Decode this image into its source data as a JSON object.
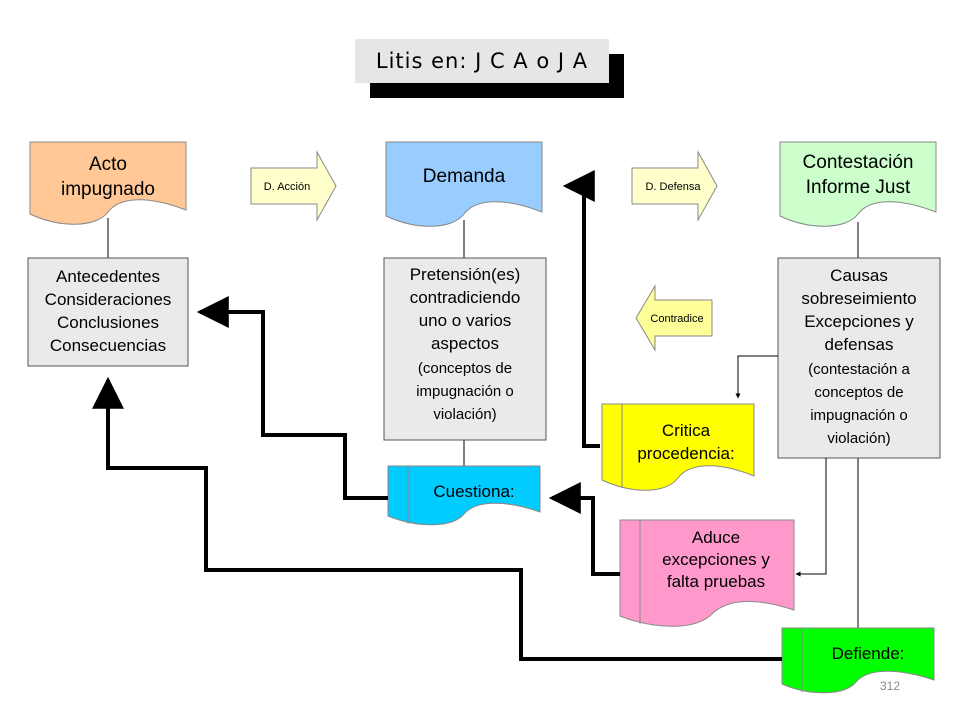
{
  "title": "Litis en: J C A o J A",
  "page_number": "312",
  "colors": {
    "acto": "#ffc896",
    "demanda": "#99ccff",
    "contestacion": "#ccffcc",
    "box_gray": "#eaeaea",
    "critica": "#ffff00",
    "cuestiona": "#00ccff",
    "aduce": "#ff99cc",
    "defiende": "#00ff00",
    "block_arrow": "#ffffcc"
  },
  "acto_doc": {
    "line1": "Acto",
    "line2": "impugnado"
  },
  "demanda_doc": {
    "label": "Demanda"
  },
  "contestacion_doc": {
    "line1": "Contestación",
    "line2": "Informe Just"
  },
  "block_arrows": {
    "accion": "D. Acción",
    "defensa": "D. Defensa",
    "contradice": "Contradice"
  },
  "acto_box": {
    "lines": [
      "Antecedentes",
      "Consideraciones",
      "Conclusiones",
      "Consecuencias"
    ]
  },
  "demanda_box": {
    "lines": [
      "Pretensión(es)",
      "contradiciendo",
      "uno o varios",
      "aspectos"
    ],
    "sub_lines": [
      "(conceptos de",
      "impugnación o",
      "violación)"
    ]
  },
  "contestacion_box": {
    "lines": [
      "Causas",
      "sobreseimiento",
      "Excepciones y",
      "defensas"
    ],
    "sub_lines": [
      "(contestación  a",
      "conceptos de",
      "impugnación o",
      "violación)"
    ]
  },
  "critica": {
    "line1": "Critica",
    "line2": "procedencia:"
  },
  "cuestiona": {
    "label": "Cuestiona:"
  },
  "aduce": {
    "line1": "Aduce",
    "line2": "excepciones y",
    "line3": "falta pruebas"
  },
  "defiende": {
    "label": "Defiende:"
  }
}
